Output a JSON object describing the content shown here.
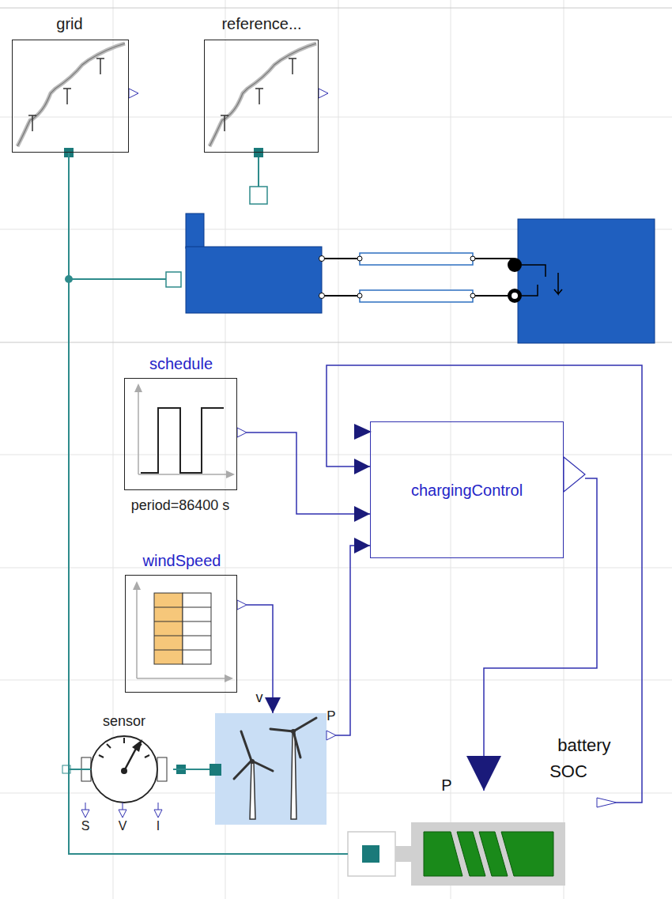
{
  "diagram": {
    "nodes": [
      {
        "text": [
          "grid"
        ]
      },
      {
        "text": [
          "reference..."
        ]
      },
      {
        "text": [
          "schedule",
          "period=86400 s"
        ]
      },
      {
        "text": [
          "chargingControl"
        ]
      },
      {
        "text": [
          "windSpeed"
        ]
      },
      {
        "text": [
          "sensor"
        ]
      },
      {
        "text": [
          "v",
          "P"
        ]
      },
      {
        "text": [
          "battery",
          "SOC",
          "P"
        ]
      }
    ],
    "edges": [
      {
        "from": 0,
        "to": 5,
        "arrow": "none"
      },
      {
        "from": 0,
        "to": 7,
        "arrow": "none"
      },
      {
        "from": 4,
        "to": 6,
        "arrow": "to"
      },
      {
        "from": 6,
        "to": 3,
        "arrow": "to"
      },
      {
        "from": 2,
        "to": 3,
        "arrow": "to"
      },
      {
        "from": 3,
        "to": 7,
        "arrow": "to"
      },
      {
        "from": 7,
        "to": 3,
        "arrow": "to"
      },
      {
        "from": 5,
        "to": 6,
        "arrow": "none"
      }
    ],
    "labels": [
      "S",
      "V",
      "I"
    ]
  }
}
